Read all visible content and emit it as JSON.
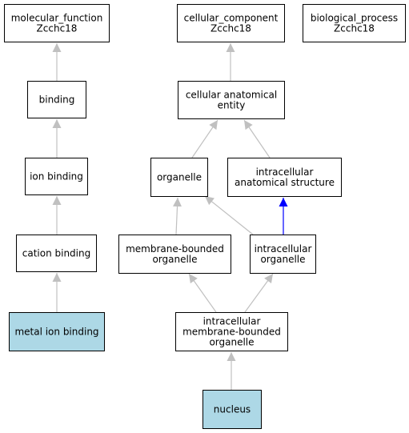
{
  "colors": {
    "highlight_fill": "#add8e6",
    "default_fill": "#ffffff",
    "is_a_edge": "#c0c0c0",
    "part_of_edge": "#0000ff"
  },
  "nodes": {
    "molecular_function": {
      "lines": [
        "molecular_function",
        "Zcchc18"
      ],
      "highlight": false
    },
    "cellular_component": {
      "lines": [
        "cellular_component",
        "Zcchc18"
      ],
      "highlight": false
    },
    "biological_process": {
      "lines": [
        "biological_process",
        "Zcchc18"
      ],
      "highlight": false
    },
    "binding": {
      "lines": [
        "binding"
      ],
      "highlight": false
    },
    "ion_binding": {
      "lines": [
        "ion binding"
      ],
      "highlight": false
    },
    "cation_binding": {
      "lines": [
        "cation binding"
      ],
      "highlight": false
    },
    "metal_ion_binding": {
      "lines": [
        "metal ion binding"
      ],
      "highlight": true
    },
    "cellular_anatomical_entity": {
      "lines": [
        "cellular anatomical",
        "entity"
      ],
      "highlight": false
    },
    "organelle": {
      "lines": [
        "organelle"
      ],
      "highlight": false
    },
    "intracellular_anatomical_structure": {
      "lines": [
        "intracellular",
        "anatomical structure"
      ],
      "highlight": false
    },
    "membrane_bounded_organelle": {
      "lines": [
        "membrane-bounded",
        "organelle"
      ],
      "highlight": false
    },
    "intracellular_organelle": {
      "lines": [
        "intracellular",
        "organelle"
      ],
      "highlight": false
    },
    "intracellular_membrane_bounded_organelle": {
      "lines": [
        "intracellular",
        "membrane-bounded",
        "organelle"
      ],
      "highlight": false
    },
    "nucleus": {
      "lines": [
        "nucleus"
      ],
      "highlight": true
    }
  },
  "edges": [
    {
      "from": "binding",
      "to": "molecular_function",
      "type": "is_a"
    },
    {
      "from": "ion_binding",
      "to": "binding",
      "type": "is_a"
    },
    {
      "from": "cation_binding",
      "to": "ion_binding",
      "type": "is_a"
    },
    {
      "from": "metal_ion_binding",
      "to": "cation_binding",
      "type": "is_a"
    },
    {
      "from": "cellular_anatomical_entity",
      "to": "cellular_component",
      "type": "is_a"
    },
    {
      "from": "organelle",
      "to": "cellular_anatomical_entity",
      "type": "is_a"
    },
    {
      "from": "intracellular_anatomical_structure",
      "to": "cellular_anatomical_entity",
      "type": "is_a"
    },
    {
      "from": "membrane_bounded_organelle",
      "to": "organelle",
      "type": "is_a"
    },
    {
      "from": "intracellular_organelle",
      "to": "organelle",
      "type": "is_a"
    },
    {
      "from": "intracellular_organelle",
      "to": "intracellular_anatomical_structure",
      "type": "part_of"
    },
    {
      "from": "intracellular_membrane_bounded_organelle",
      "to": "membrane_bounded_organelle",
      "type": "is_a"
    },
    {
      "from": "intracellular_membrane_bounded_organelle",
      "to": "intracellular_organelle",
      "type": "is_a"
    },
    {
      "from": "nucleus",
      "to": "intracellular_membrane_bounded_organelle",
      "type": "is_a"
    }
  ]
}
